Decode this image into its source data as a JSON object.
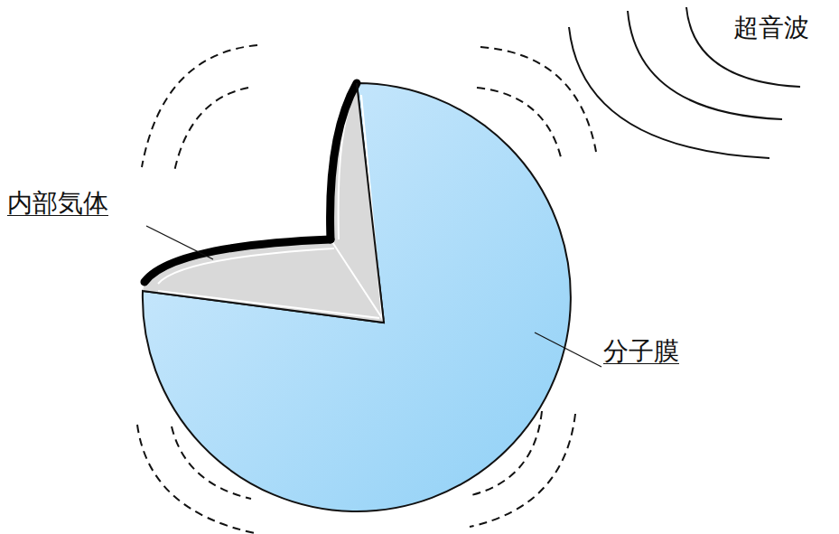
{
  "diagram": {
    "labels": [
      "超音波",
      "内部気体",
      "分子膜"
    ]
  }
}
